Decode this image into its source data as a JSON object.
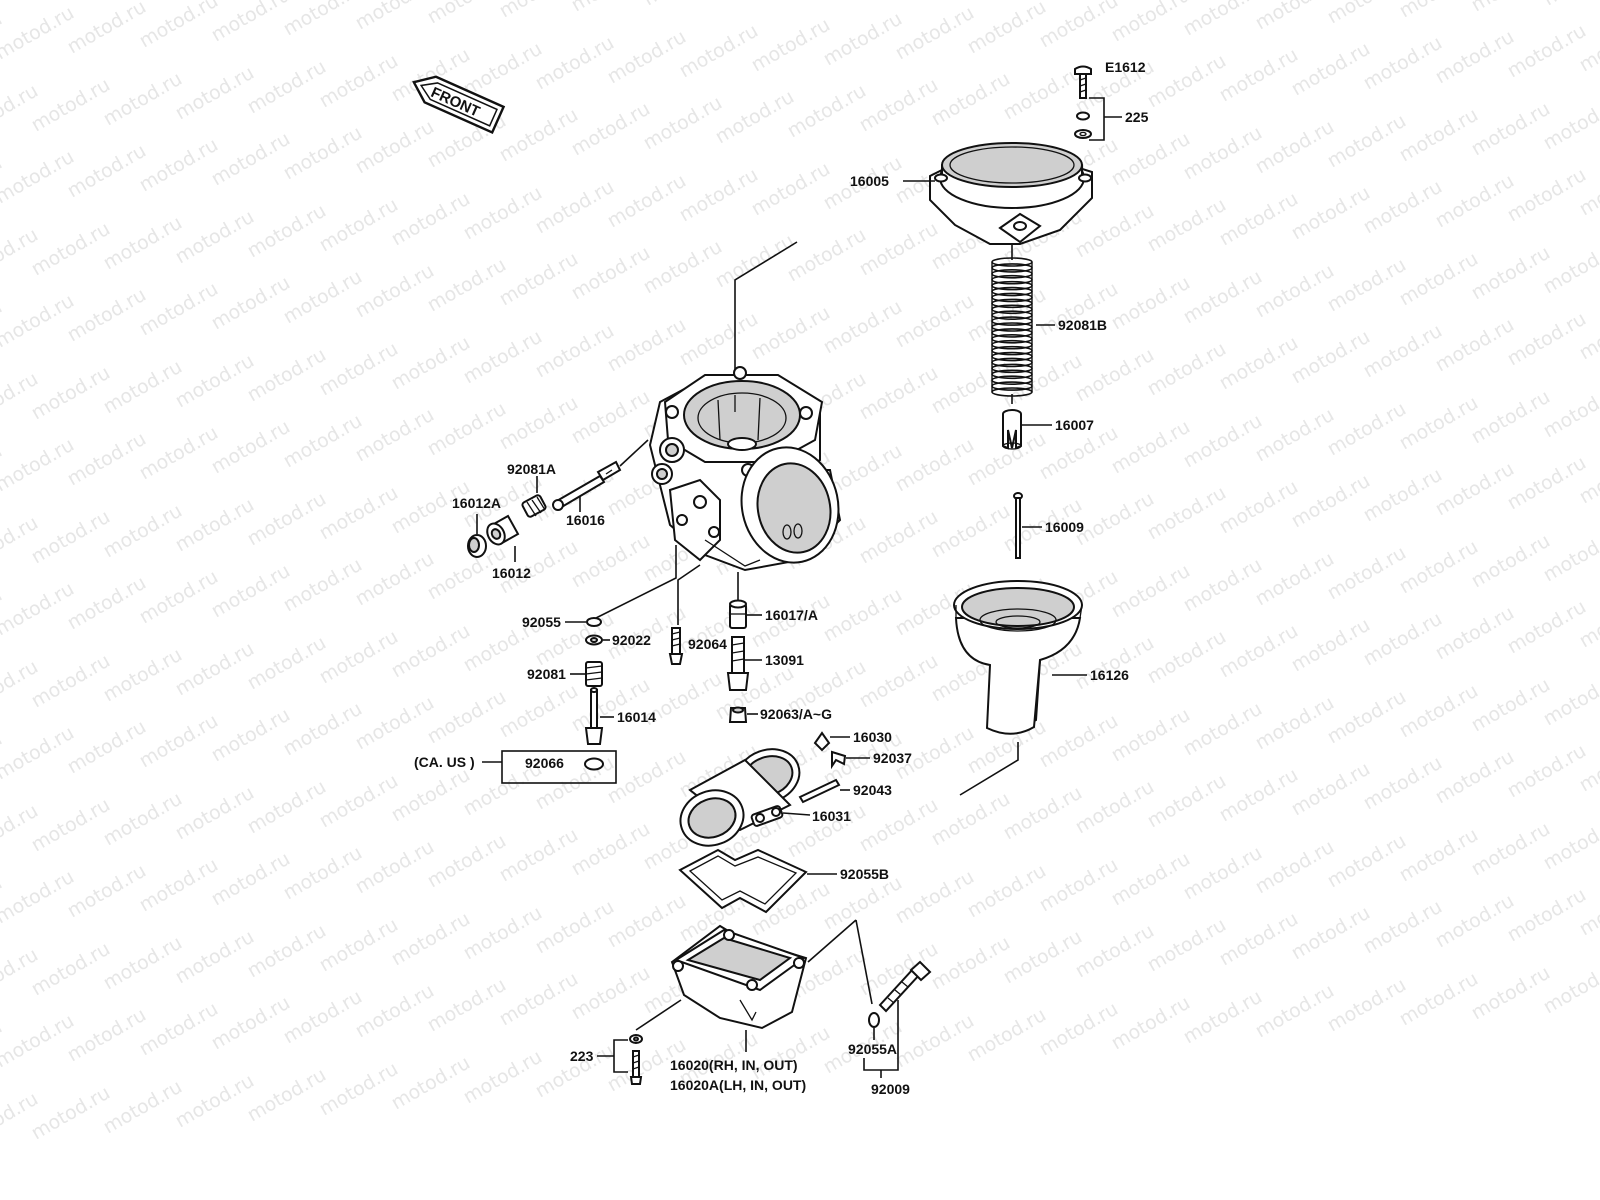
{
  "watermark": "motod.ru",
  "diagram_code": "E1612",
  "front_label": "FRONT",
  "parts": {
    "p225": "225",
    "p16005": "16005",
    "p92081B": "92081B",
    "p16007": "16007",
    "p16009": "16009",
    "p16126": "16126",
    "p92081A": "92081A",
    "p16012A": "16012A",
    "p16016": "16016",
    "p16012": "16012",
    "p92055": "92055",
    "p92022": "92022",
    "p92064": "92064",
    "p16017A": "16017/A",
    "p13091": "13091",
    "p92081": "92081",
    "p92063": "92063/A~G",
    "p16014": "16014",
    "p16030": "16030",
    "p92037": "92037",
    "p92066": "92066",
    "ca_us": "(CA. US )",
    "p92043": "92043",
    "p16031": "16031",
    "p92055B": "92055B",
    "p223": "223",
    "p16020": "16020(RH, IN, OUT)",
    "p16020A": "16020A(LH, IN, OUT)",
    "p92055A": "92055A",
    "p92009": "92009"
  }
}
